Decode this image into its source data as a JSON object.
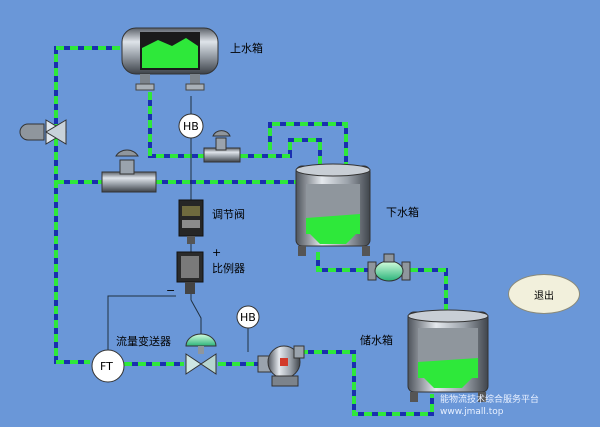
{
  "labels": {
    "upper_tank": "上水箱",
    "lower_tank": "下水箱",
    "storage_tank": "储水箱",
    "regulating_valve": "调节阀",
    "proportioner": "比例器",
    "flow_transmitter": "流量变送器",
    "plus": "+",
    "minus": "−"
  },
  "instruments": {
    "hb1": "HB",
    "hb2": "HB",
    "ft": "FT"
  },
  "exit_button": "退出",
  "watermark": {
    "line1": "能物流技术综合服务平台",
    "line2": "www.jmall.top"
  },
  "colors": {
    "background": "#6a97d8",
    "pipe_dark": "#1a2fb0",
    "pipe_light": "#2ee83a",
    "water": "#2ee83a",
    "tank_metal": "#9aa3ad"
  }
}
